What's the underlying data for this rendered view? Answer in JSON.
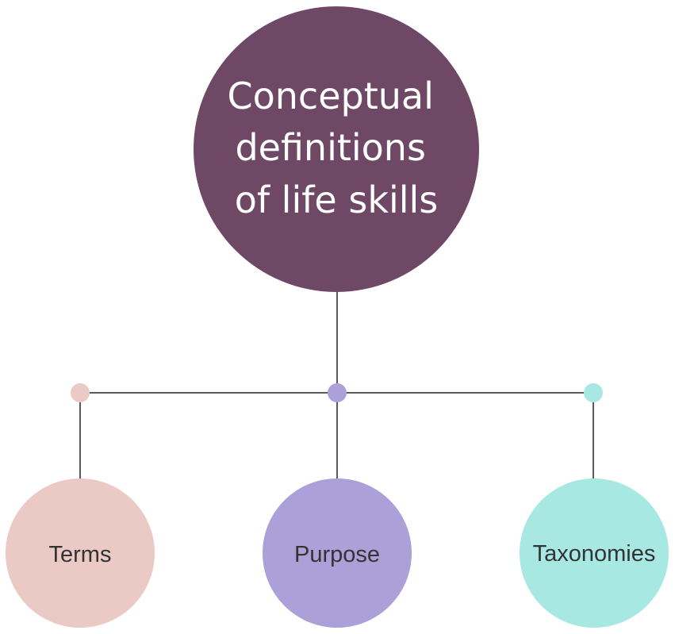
{
  "root": {
    "lines": [
      "Conceptual",
      "definitions",
      "of life skills"
    ],
    "color": "#6e4864"
  },
  "children": [
    {
      "label": "Terms",
      "color": "#ebcac6",
      "dot_color": "#ebcac6"
    },
    {
      "label": "Purpose",
      "color": "#aba1d8",
      "dot_color": "#aba1d8"
    },
    {
      "label": "Taxonomies",
      "color": "#a8e8e3",
      "dot_color": "#a8e8e3"
    }
  ],
  "line_color": "#222222"
}
